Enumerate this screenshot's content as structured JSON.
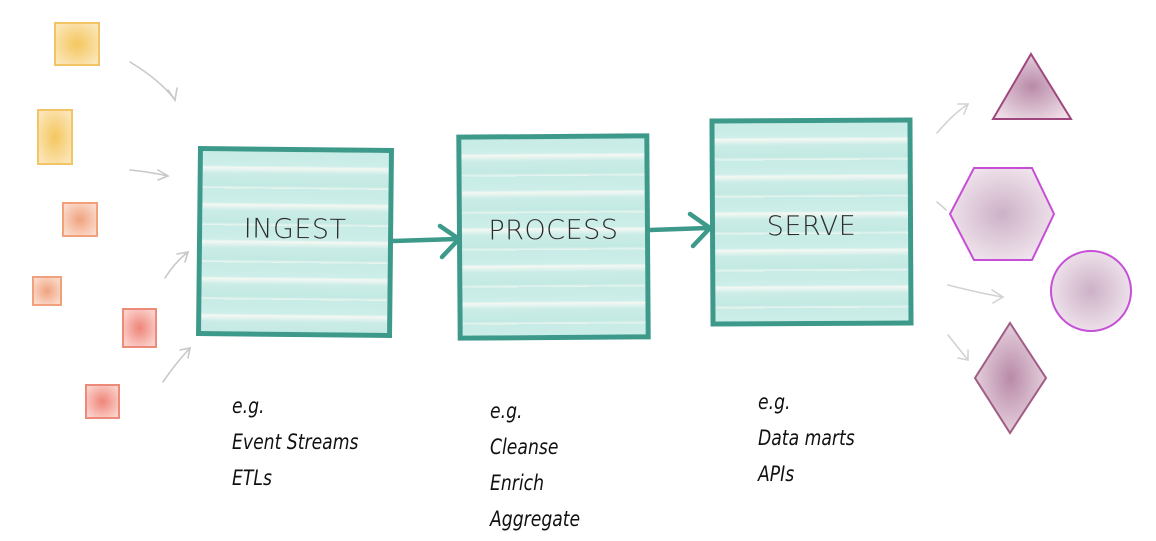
{
  "stages": [
    {
      "label": "INGEST",
      "examples_intro": "e.g.",
      "examples": [
        "Event Streams",
        "ETLs"
      ]
    },
    {
      "label": "PROCESS",
      "examples_intro": "e.g.",
      "examples": [
        "Cleanse",
        "Enrich",
        "Aggregate"
      ]
    },
    {
      "label": "SERVE",
      "examples_intro": "e.g.",
      "examples": [
        "Data marts",
        "APIs"
      ]
    }
  ],
  "colors": {
    "stage_border": "#3d9a8b",
    "stage_fill": "#c7ebe6",
    "arrow": "#3d9a8b",
    "source_yellow": "#f2c466",
    "source_orange": "#f0a07a",
    "source_red": "#ee8a7a",
    "output_shape": "#b07c9c",
    "output_outline": "#c64fd6",
    "thin_arrow": "#c8c8c8"
  },
  "sources": {
    "icons": [
      "source-box-icon",
      "source-box-icon",
      "source-box-icon",
      "source-box-icon",
      "source-box-icon",
      "source-box-icon"
    ]
  },
  "outputs": {
    "icons": [
      "triangle-icon",
      "hexagon-icon",
      "circle-icon",
      "diamond-icon"
    ]
  }
}
